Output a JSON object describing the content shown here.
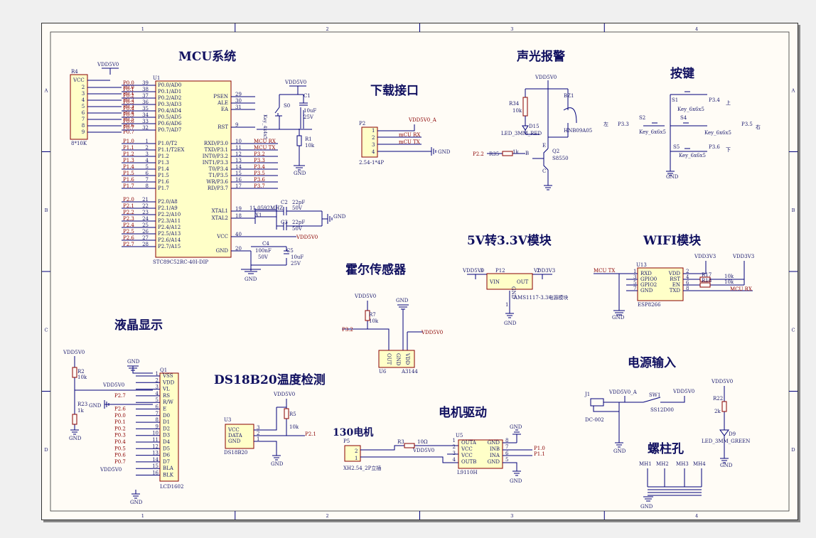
{
  "frame": {
    "columns": [
      "1",
      "2",
      "3",
      "4"
    ],
    "rows": [
      "A",
      "B",
      "C",
      "D"
    ]
  },
  "sections": {
    "mcu": "MCU系统",
    "download": "下载接口",
    "alarm": "声光报警",
    "keys": "按键",
    "lcd": "液晶显示",
    "hall": "霍尔传感器",
    "ldo": "5V转3.3V模块",
    "wifi": "WIFI模块",
    "ds18b20": "DS18B20温度检测",
    "motor": "电机驱动",
    "motor130": "130电机",
    "power": "电源输入",
    "holes": "螺柱孔"
  },
  "nets": {
    "vdd5": "VDD5V0",
    "vdd5a": "VDD5V0_A",
    "vdd3": "VDD3V3",
    "gnd": "GND",
    "mcu_rx": "MCU RX",
    "mcu_tx": "MCU TX",
    "mcu_rx_lc": "mCU RX",
    "mcu_tx_lc": "mCU TX"
  },
  "r4": {
    "ref": "R4",
    "vcc": "VCC",
    "pins": [
      "2",
      "3",
      "4",
      "5",
      "6",
      "7",
      "8",
      "9"
    ],
    "value": "8*10K",
    "nets": [
      "P0.0",
      "P0.1",
      "P0.2",
      "P0.3",
      "P0.4",
      "P0.5",
      "P0.6",
      "P0.7"
    ]
  },
  "u1": {
    "ref": "U1",
    "part": "STC89C52RC-40I-DIP",
    "left": [
      {
        "net": "P0.0",
        "num": "39",
        "name": "P0.0/AD0"
      },
      {
        "net": "P0.1",
        "num": "38",
        "name": "P0.1/AD1"
      },
      {
        "net": "P0.2",
        "num": "37",
        "name": "P0.2/AD2"
      },
      {
        "net": "P0.3",
        "num": "36",
        "name": "P0.3/AD3"
      },
      {
        "net": "P0.4",
        "num": "35",
        "name": "P0.4/AD4"
      },
      {
        "net": "P0.5",
        "num": "34",
        "name": "P0.5/AD5"
      },
      {
        "net": "P0.6",
        "num": "33",
        "name": "P0.6/AD6"
      },
      {
        "net": "P0.7",
        "num": "32",
        "name": "P0.7/AD7"
      },
      {
        "net": "P1.0",
        "num": "1",
        "name": "P1.0/T2"
      },
      {
        "net": "P1.1",
        "num": "2",
        "name": "P1.1/T2EX"
      },
      {
        "net": "P1.2",
        "num": "3",
        "name": "P1.2"
      },
      {
        "net": "P1.3",
        "num": "4",
        "name": "P1.3"
      },
      {
        "net": "P1.4",
        "num": "5",
        "name": "P1.4"
      },
      {
        "net": "P1.5",
        "num": "6",
        "name": "P1.5"
      },
      {
        "net": "P1.6",
        "num": "7",
        "name": "P1.6"
      },
      {
        "net": "P1.7",
        "num": "8",
        "name": "P1.7"
      },
      {
        "net": "P2.0",
        "num": "21",
        "name": "P2.0/A8"
      },
      {
        "net": "P2.1",
        "num": "22",
        "name": "P2.1/A9"
      },
      {
        "net": "P2.2",
        "num": "23",
        "name": "P2.2/A10"
      },
      {
        "net": "P2.3",
        "num": "24",
        "name": "P2.3/A11"
      },
      {
        "net": "P2.4",
        "num": "25",
        "name": "P2.4/A12"
      },
      {
        "net": "P2.5",
        "num": "26",
        "name": "P2.5/A13"
      },
      {
        "net": "P2.6",
        "num": "27",
        "name": "P2.6/A14"
      },
      {
        "net": "P2.7",
        "num": "28",
        "name": "P2.7/A15"
      }
    ],
    "right_top": [
      {
        "num": "29",
        "name": "PSEN"
      },
      {
        "num": "30",
        "name": "ALE"
      },
      {
        "num": "31",
        "name": "EA"
      },
      {
        "num": "9",
        "name": "RST"
      }
    ],
    "right_p3": [
      {
        "num": "10",
        "name": "RXD/P3.0",
        "net": "MCU RX"
      },
      {
        "num": "11",
        "name": "TXD/P3.1",
        "net": "MCU TX"
      },
      {
        "num": "12",
        "name": "INT0/P3.2",
        "net": "P3.2"
      },
      {
        "num": "13",
        "name": "INT1/P3.3",
        "net": "P3.3"
      },
      {
        "num": "14",
        "name": "T0/P3.4",
        "net": "P3.4"
      },
      {
        "num": "15",
        "name": "T1/P3.5",
        "net": "P3.5"
      },
      {
        "num": "16",
        "name": "WR/P3.6",
        "net": "P3.6"
      },
      {
        "num": "17",
        "name": "RD/P3.7",
        "net": "P3.7"
      }
    ],
    "right_bottom": [
      {
        "num": "19",
        "name": "XTAL1"
      },
      {
        "num": "18",
        "name": "XTAL2"
      },
      {
        "num": "40",
        "name": "VCC"
      },
      {
        "num": "20",
        "name": "GND"
      }
    ]
  },
  "reset": {
    "s0": "S0",
    "s0_part": "Key_4x4x5",
    "c1": "C1",
    "c1_val": "10uF",
    "c1_v": "25V",
    "r1": "R1",
    "r1_val": "10k"
  },
  "xtal": {
    "x1": "X1",
    "freq": "11.0592MHZ",
    "c2": "C2",
    "c3": "C3",
    "cap": "22pF",
    "v": "50V"
  },
  "pwr_caps": {
    "c4": "C4",
    "c4_val": "100nF",
    "c4_v": "50V",
    "c5": "C5",
    "c5_val": "10uF",
    "c5_v": "25V"
  },
  "p2": {
    "ref": "P2",
    "pins": [
      "1",
      "2",
      "3",
      "4"
    ],
    "part": "2.54-1*4P"
  },
  "buzzer": {
    "r34": "R34",
    "r34_val": "10k",
    "d15": "D15",
    "d15_part": "LED_3MM_RED",
    "bz1": "BZ1",
    "bz_part": "HNB09A05",
    "q2": "Q2",
    "q2_part": "S8550",
    "r35": "R35",
    "r35_val": "1k",
    "net": "P2.2",
    "b": "B",
    "e": "E",
    "c": "C"
  },
  "keys": {
    "left": "左",
    "right": "右",
    "up": "上",
    "down": "下",
    "part": "Key_6x6x5",
    "s1": "S1",
    "s2": "S2",
    "s4": "S4",
    "s5": "S5",
    "n1": "P3.4",
    "n2": "P3.3",
    "n4": "P3.5",
    "n5": "P3.6"
  },
  "lcd": {
    "ref": "Q1",
    "part": "LCD1602",
    "r2": "R2",
    "r2_val": "10k",
    "r23": "R23",
    "r23_val": "1k",
    "pins": [
      {
        "num": "1",
        "name": "VSS"
      },
      {
        "num": "2",
        "name": "VDD"
      },
      {
        "num": "3",
        "name": "VL"
      },
      {
        "num": "4",
        "name": "RS"
      },
      {
        "num": "5",
        "name": "R/W"
      },
      {
        "num": "6",
        "name": "E"
      },
      {
        "num": "7",
        "name": "D0"
      },
      {
        "num": "8",
        "name": "D1"
      },
      {
        "num": "9",
        "name": "D2"
      },
      {
        "num": "10",
        "name": "D3"
      },
      {
        "num": "11",
        "name": "D4"
      },
      {
        "num": "12",
        "name": "D5"
      },
      {
        "num": "13",
        "name": "D6"
      },
      {
        "num": "14",
        "name": "D7"
      },
      {
        "num": "15",
        "name": "BLA"
      },
      {
        "num": "16",
        "name": "BLK"
      }
    ],
    "nets": [
      "",
      "",
      "",
      "P2.7",
      "",
      "P2.6",
      "P0.0",
      "P0.1",
      "P0.2",
      "P0.3",
      "P0.4",
      "P0.5",
      "P0.6",
      "P0.7",
      "",
      ""
    ]
  },
  "hall": {
    "r7": "R7",
    "r7_val": "10k",
    "net": "P3.2",
    "ref": "U6",
    "part": "A3144",
    "pins": [
      "OUT",
      "GND",
      "VDD"
    ]
  },
  "ldo": {
    "ref": "P12",
    "part": "AMS1117-3.3电源模块",
    "vin": "VIN",
    "out": "OUT",
    "gnd": "GND",
    "p3": "3",
    "p1": "1",
    "p2": "2"
  },
  "wifi": {
    "ref": "U13",
    "part": "ESP8266",
    "r17": "R17",
    "r18": "R18",
    "rval": "10k",
    "left": [
      {
        "num": "1",
        "name": "RXD"
      },
      {
        "num": "3",
        "name": "GPIO0"
      },
      {
        "num": "5",
        "name": "GPIO2"
      },
      {
        "num": "7",
        "name": "GND"
      }
    ],
    "right": [
      {
        "num": "2",
        "name": "VDD"
      },
      {
        "num": "4",
        "name": "RST"
      },
      {
        "num": "6",
        "name": "EN"
      },
      {
        "num": "8",
        "name": "TXD"
      }
    ]
  },
  "ds": {
    "ref": "U3",
    "part": "DS18B20",
    "pins": [
      "VCC",
      "DATA",
      "GND"
    ],
    "nums": [
      "3",
      "2",
      "1"
    ],
    "r5": "R5",
    "r5_val": "10k",
    "net": "P2.1"
  },
  "motor": {
    "p5": "P5",
    "p5_part": "XH2.54_2P立插",
    "r3": "R3",
    "r3_val": "10Ω",
    "u5": "U5",
    "u5_part": "L9110H",
    "left": [
      {
        "num": "1",
        "name": "OUTA"
      },
      {
        "num": "2",
        "name": "VCC"
      },
      {
        "num": "3",
        "name": "VCC"
      },
      {
        "num": "4",
        "name": "OUTB"
      }
    ],
    "right": [
      {
        "num": "8",
        "name": "GND"
      },
      {
        "num": "7",
        "name": "INB"
      },
      {
        "num": "6",
        "name": "INA"
      },
      {
        "num": "5",
        "name": "GND"
      }
    ],
    "n1": "P1.0",
    "n2": "P1.1"
  },
  "power": {
    "j1": "J1",
    "j1_part": "DC-002",
    "sw1": "SW1",
    "sw_part": "SS12D00",
    "r22": "R22",
    "r22_val": "2k",
    "d9": "D9",
    "d9_part": "LED_3MM_GREEN"
  },
  "holes": [
    "MH1",
    "MH2",
    "MH3",
    "MH4"
  ]
}
